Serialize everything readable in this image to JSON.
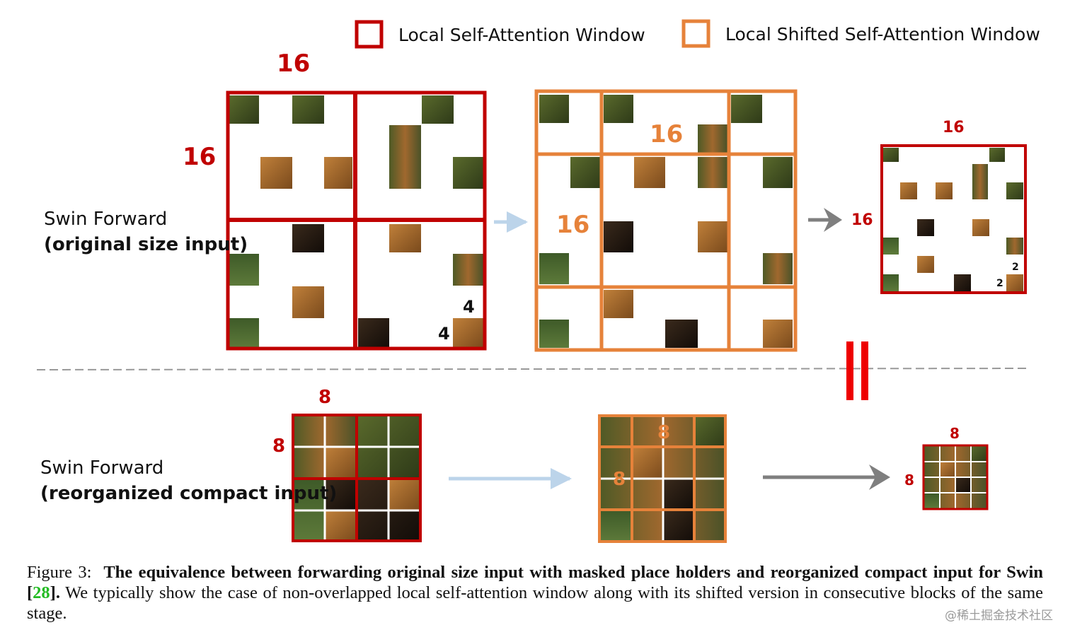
{
  "legend": {
    "local_window": "Local Self-Attention Window",
    "shifted_window": "Local Shifted Self-Attention Window"
  },
  "rows": {
    "top": {
      "line1": "Swin  Forward",
      "line2": "(original size input)"
    },
    "bottom": {
      "line1": "Swin  Forward",
      "line2": "(reorganized compact input)"
    }
  },
  "labels": {
    "sixteen": "16",
    "eight": "8",
    "four": "4",
    "two": "2"
  },
  "equals": "=",
  "caption": {
    "prefix": "Figure 3:",
    "bold": "The equivalence between forwarding original size input with masked place holders and reorganized compact input for Swin [",
    "cite": "28",
    "bold_end": "].",
    "rest": "We typically show the case of non-overlapped local self-attention window along with its shifted version in consecutive blocks of the same stage."
  },
  "watermark": "@稀土掘金技术社区",
  "colors": {
    "red": "#c00000",
    "orange": "#e6823a",
    "arrow_blue": "#bcd4ea",
    "arrow_gray": "#7f7f7f"
  }
}
